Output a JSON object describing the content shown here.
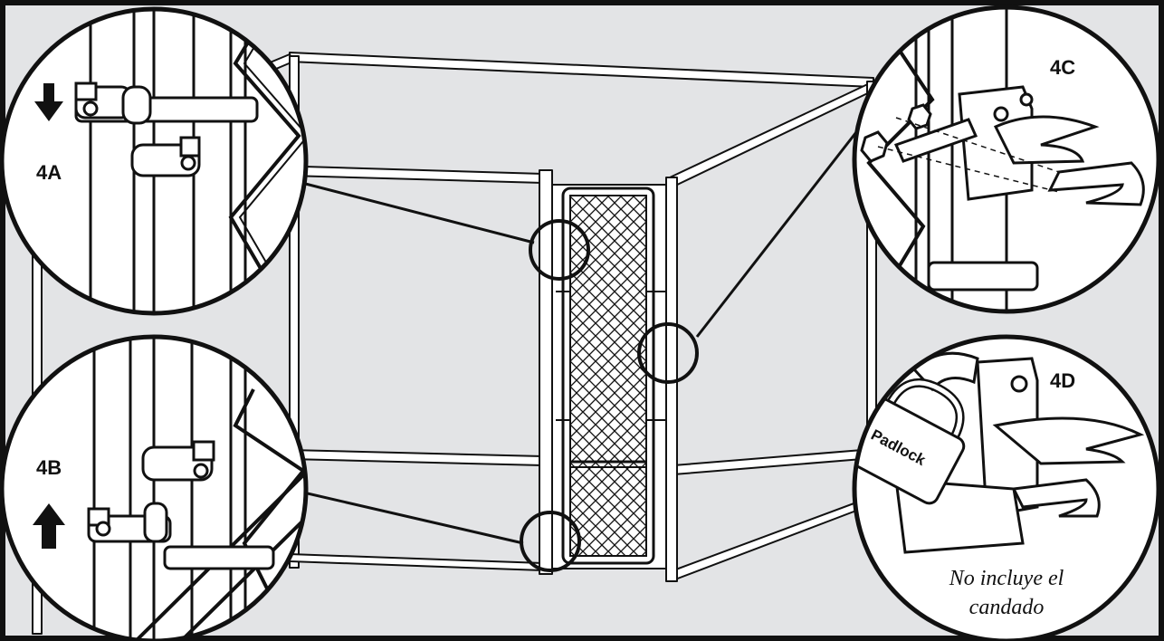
{
  "callouts": {
    "a": {
      "label": "4A"
    },
    "b": {
      "label": "4B"
    },
    "c": {
      "label": "4C"
    },
    "d": {
      "label": "4D",
      "padlock": "Padlock",
      "note_line1": "No incluye el",
      "note_line2": "candado"
    }
  },
  "colors": {
    "background": "#e3e4e6",
    "line": "#111111",
    "fill": "#ffffff"
  }
}
